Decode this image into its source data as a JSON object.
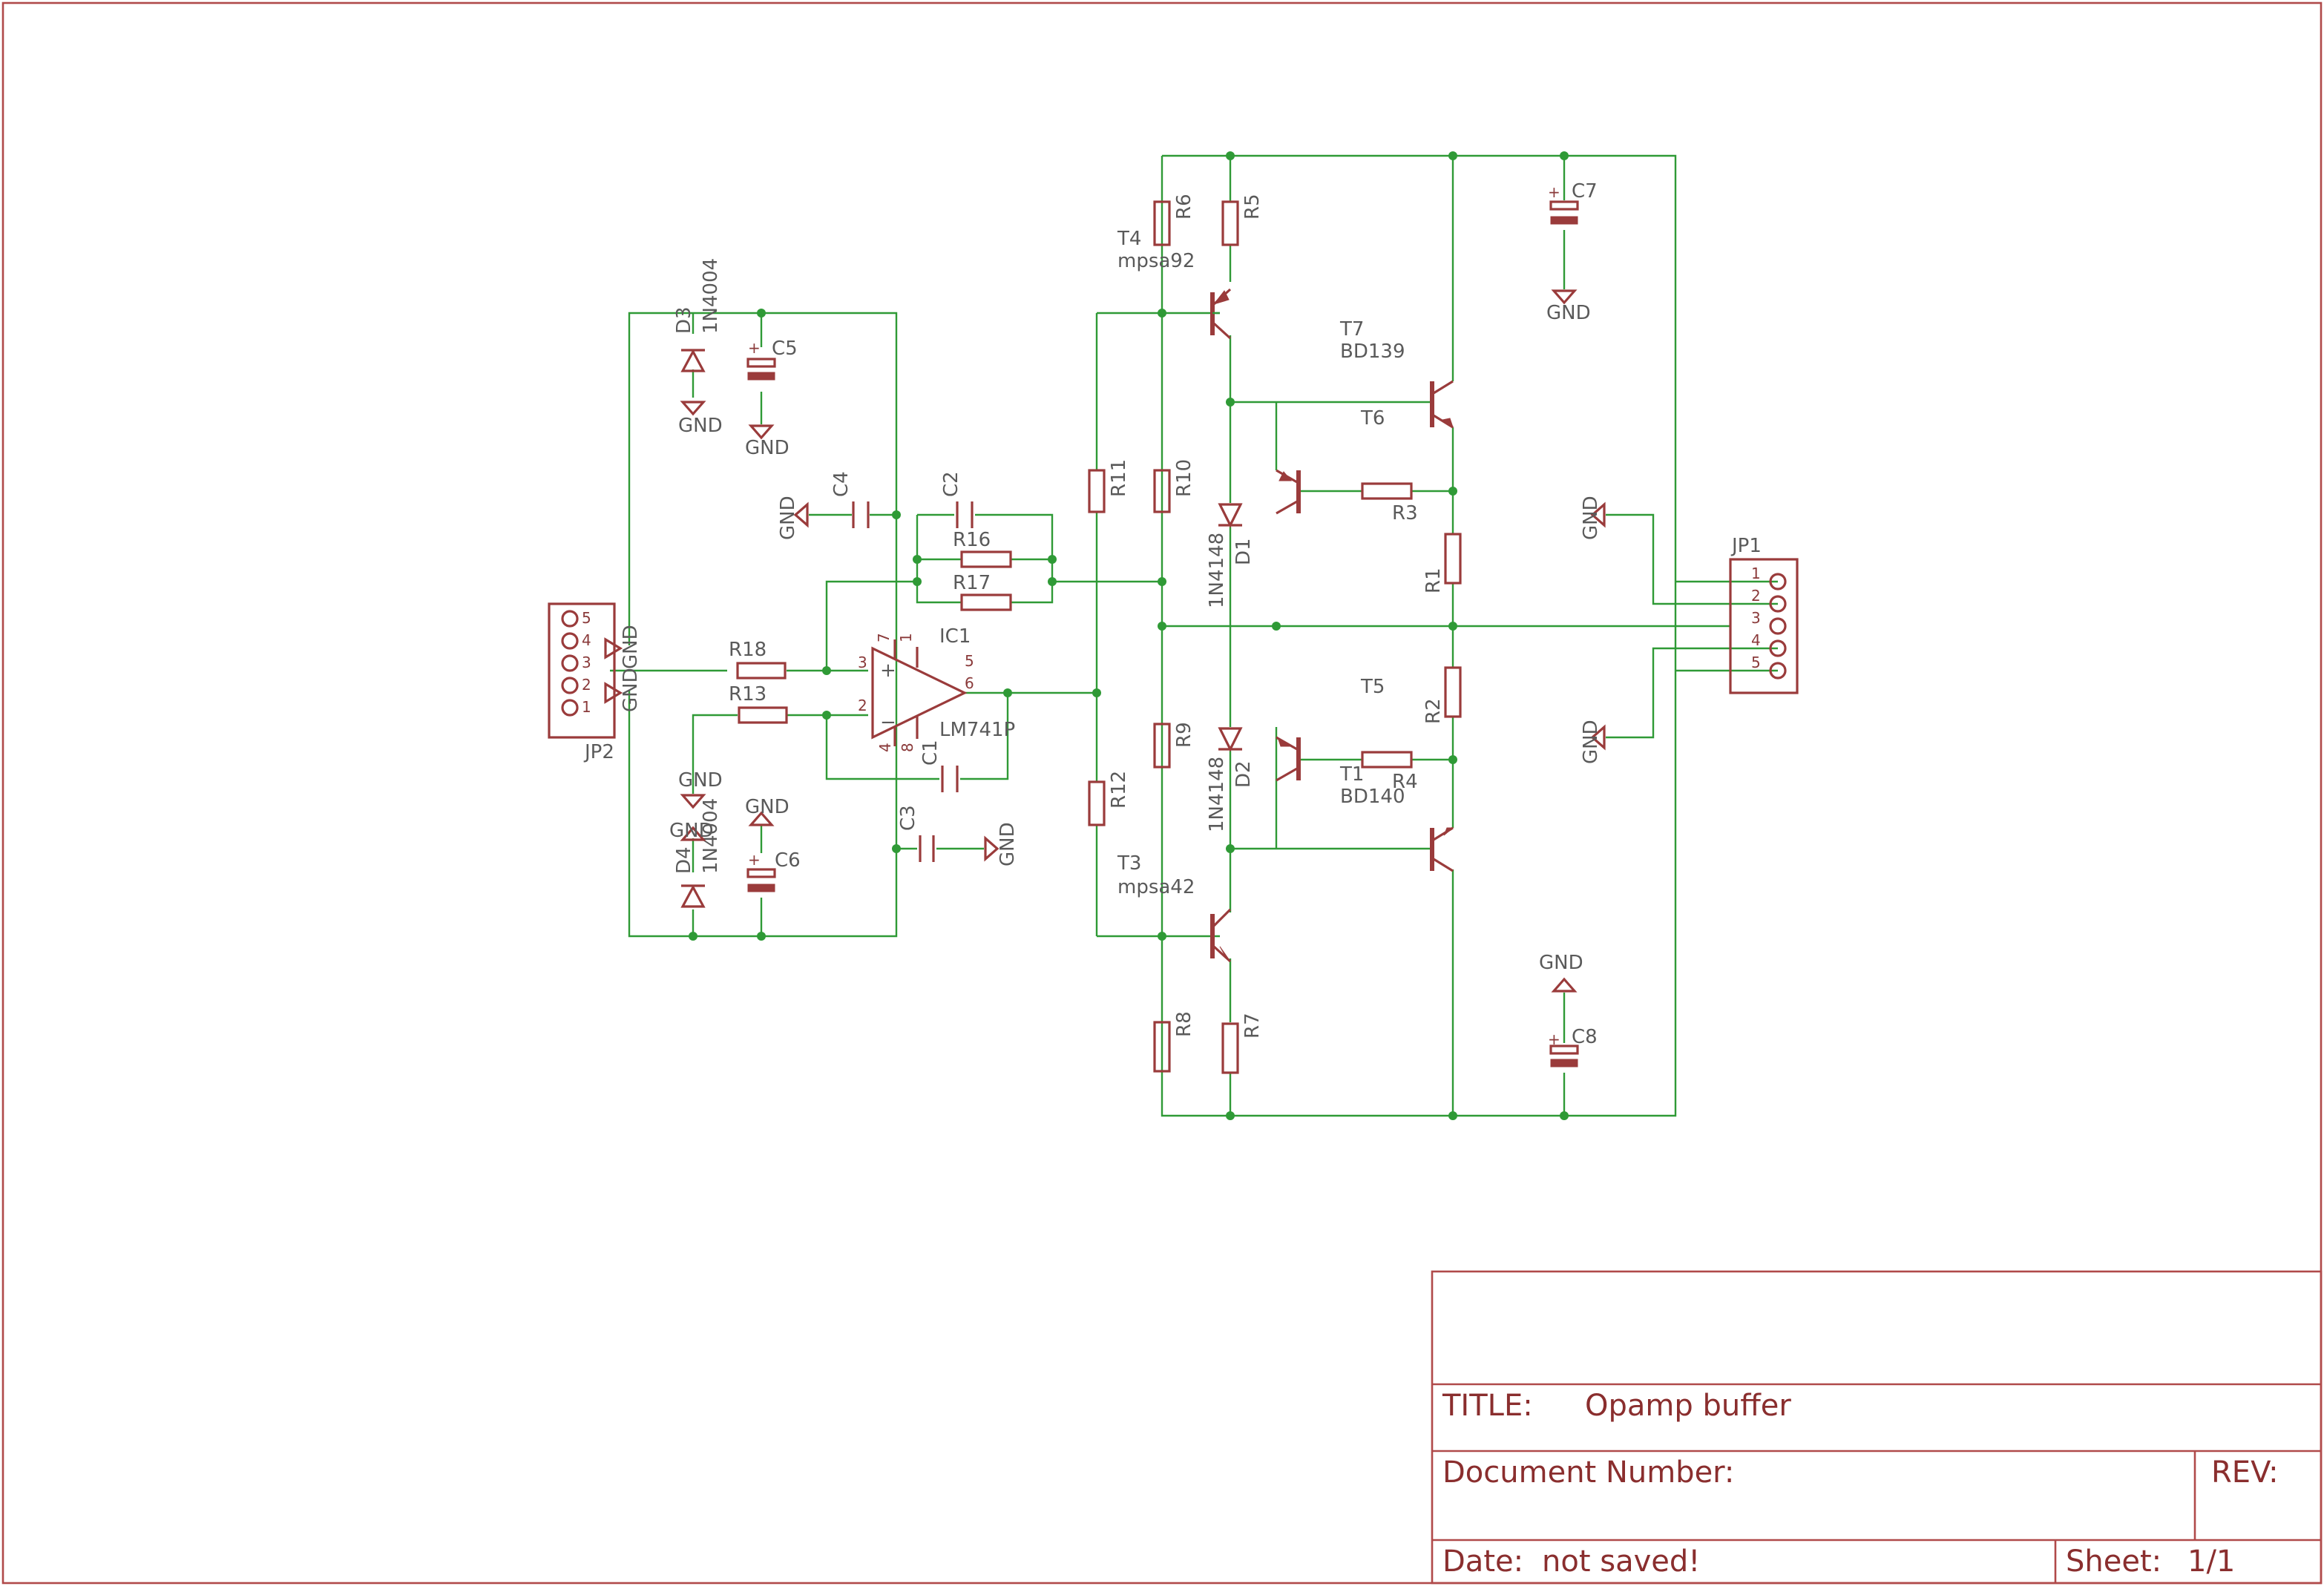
{
  "title_block": {
    "title_label": "TITLE:",
    "title": "Opamp buffer",
    "doc_number_label": "Document Number:",
    "rev_label": "REV:",
    "date_label": "Date:",
    "date": "not saved!",
    "sheet_label": "Sheet:",
    "sheet": "1/1"
  },
  "net_labels": {
    "gnd": "GND"
  },
  "connectors": {
    "jp1": {
      "name": "JP1",
      "pins": [
        "1",
        "2",
        "3",
        "4",
        "5"
      ]
    },
    "jp2": {
      "name": "JP2",
      "pins": [
        "5",
        "4",
        "3",
        "2",
        "1"
      ]
    }
  },
  "opamp": {
    "name": "IC1",
    "value": "LM741P",
    "pins": {
      "p1": "1",
      "p2": "2",
      "p3": "3",
      "p4": "4",
      "p5": "5",
      "p6": "6",
      "p7": "7",
      "p8": "8"
    }
  },
  "resistors": {
    "r1": "R1",
    "r2": "R2",
    "r3": "R3",
    "r4": "R4",
    "r5": "R5",
    "r6": "R6",
    "r7": "R7",
    "r8": "R8",
    "r9": "R9",
    "r10": "R10",
    "r11": "R11",
    "r12": "R12",
    "r13": "R13",
    "r16": "R16",
    "r17": "R17",
    "r18": "R18"
  },
  "capacitors": {
    "c1": "C1",
    "c2": "C2",
    "c3": "C3",
    "c4": "C4",
    "c5": "C5",
    "c6": "C6",
    "c7": "C7",
    "c8": "C8"
  },
  "diodes": {
    "d1": "D1",
    "d1_value": "1N4148",
    "d2": "D2",
    "d2_value": "1N4148",
    "d3": "D3",
    "d3_value": "1N4004",
    "d4": "D4",
    "d4_value": "1N4004"
  },
  "transistors": {
    "t1": "T1",
    "t1_value": "BD140",
    "t3": "T3",
    "t3_value": "mpsa42",
    "t4": "T4",
    "t4_value": "mpsa92",
    "t5": "T5",
    "t6": "T6",
    "t7": "T7",
    "t7_value": "BD139"
  },
  "polarity": {
    "plus": "+",
    "minus": "−"
  },
  "colors": {
    "wire": "#2f9a36",
    "symbol": "#9a3b3b",
    "frame": "#b04a4a",
    "label": "#5a5a5a"
  }
}
